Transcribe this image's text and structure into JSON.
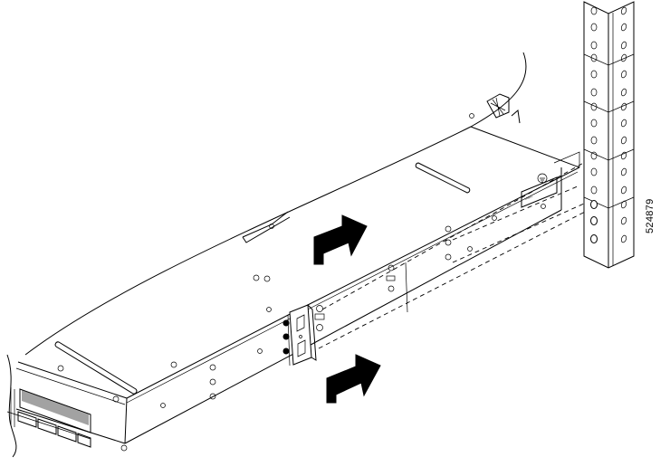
{
  "figure": {
    "id_label": "524879",
    "description": "Rack-mount installation: chassis slides into rack with mounting brackets attached to front rails",
    "colors": {
      "line": "#000000",
      "background": "#ffffff",
      "arrow_fill": "#000000"
    },
    "components": {
      "chassis": "chassis",
      "rack_rail": "rack-post",
      "mounting_bracket": "mounting-bracket",
      "arrows": [
        "direction-arrow-upper",
        "direction-arrow-lower"
      ],
      "icons": [
        "direction-arrow-icon",
        "direction-arrow-icon"
      ]
    }
  }
}
